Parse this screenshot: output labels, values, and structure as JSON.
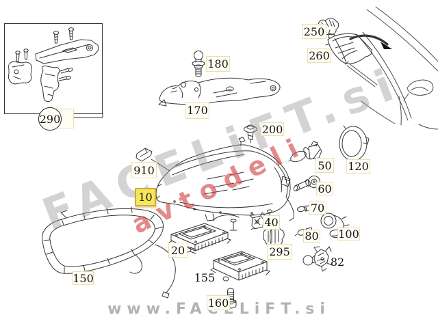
{
  "diagram": {
    "selected_part": "10",
    "part_labels": [
      {
        "number": "290",
        "style": "circled"
      },
      {
        "number": "180",
        "style": "boxed"
      },
      {
        "number": "170",
        "style": "boxed"
      },
      {
        "number": "200",
        "style": "boxed"
      },
      {
        "number": "910",
        "style": "boxed"
      },
      {
        "number": "10",
        "style": "highlighted"
      },
      {
        "number": "250",
        "style": "boxed"
      },
      {
        "number": "260",
        "style": "boxed"
      },
      {
        "number": "50",
        "style": "boxed"
      },
      {
        "number": "120",
        "style": "boxed"
      },
      {
        "number": "60",
        "style": "boxed"
      },
      {
        "number": "70",
        "style": "boxed"
      },
      {
        "number": "80",
        "style": "boxed"
      },
      {
        "number": "100",
        "style": "boxed"
      },
      {
        "number": "82",
        "style": "plain"
      },
      {
        "number": "40",
        "style": "boxed"
      },
      {
        "number": "295",
        "style": "boxed"
      },
      {
        "number": "20",
        "style": "boxed"
      },
      {
        "number": "155",
        "style": "plain"
      },
      {
        "number": "150",
        "style": "boxed"
      },
      {
        "number": "160",
        "style": "boxed"
      }
    ],
    "watermark": {
      "diagonal_primary": "FACELiFT.si",
      "diagonal_secondary": "avtodeli",
      "footer": "www.FACELiFT.si"
    },
    "colors": {
      "highlight_fill": "#f6e65c",
      "highlight_border": "#c9ae35",
      "label_fill": "#fffdf4",
      "label_border": "#ecdfae",
      "line_art": "#333333",
      "watermark_gray": "#c0c0c0",
      "watermark_red": "#d23b3b"
    }
  }
}
